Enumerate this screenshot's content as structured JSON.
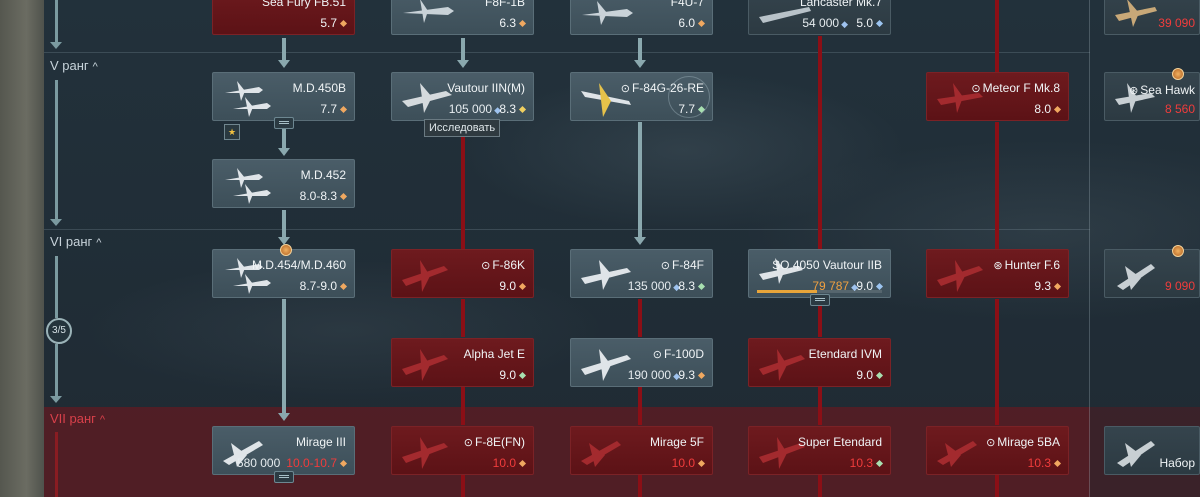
{
  "ranks": {
    "v": {
      "label": "V ранг",
      "chevron": "^"
    },
    "vi": {
      "label": "VI ранг",
      "chevron": "^"
    },
    "vii": {
      "label": "VII ранг",
      "chevron": "^"
    }
  },
  "progress_badge": "3/5",
  "tooltip": "Исследовать",
  "top_row": [
    {
      "name": "Sea Fury FB.51",
      "br": "5.7"
    },
    {
      "name": "F8F-1B",
      "br": "6.3"
    },
    {
      "name": "F4U-7",
      "br": "6.0"
    },
    {
      "name": "Lancaster Mk.7",
      "cost": "54 000",
      "br": "5.0"
    },
    {
      "name": "",
      "cost": "39 090"
    }
  ],
  "rank5": [
    {
      "name": "M.D.450B",
      "br": "7.7"
    },
    {
      "name": "Vautour IIN(M)",
      "cost": "105 000",
      "br": "8.3"
    },
    {
      "name": "F-84G-26-RE",
      "br": "7.7"
    },
    {
      "name": "Meteor F Mk.8",
      "br": "8.0"
    },
    {
      "name": "Sea Hawk",
      "cost": "8 560"
    }
  ],
  "md452": {
    "name": "M.D.452",
    "br": "8.0-8.3"
  },
  "rank6": [
    {
      "name": "M.D.454/M.D.460",
      "br": "8.7-9.0"
    },
    {
      "name": "F-86K",
      "br": "9.0"
    },
    {
      "name": "F-84F",
      "cost": "135 000",
      "br": "8.3"
    },
    {
      "name": "SO.4050 Vautour IIB",
      "cost": "79 787",
      "br": "9.0"
    },
    {
      "name": "Hunter F.6",
      "br": "9.3"
    },
    {
      "name": "",
      "cost": "9 090"
    }
  ],
  "rank6b": [
    {
      "name": "Alpha Jet E",
      "br": "9.0"
    },
    {
      "name": "F-100D",
      "cost": "190 000",
      "br": "9.3"
    },
    {
      "name": "Etendard IVM",
      "br": "9.0"
    }
  ],
  "rank7": [
    {
      "name": "Mirage III",
      "cost": "580 000",
      "br": "10.0-10.7"
    },
    {
      "name": "F-8E(FN)",
      "br": "10.0"
    },
    {
      "name": "Mirage 5F",
      "br": "10.0"
    },
    {
      "name": "Super Etendard",
      "br": "10.3"
    },
    {
      "name": "Mirage 5BA",
      "br": "10.3"
    },
    {
      "name": "Набор"
    }
  ]
}
